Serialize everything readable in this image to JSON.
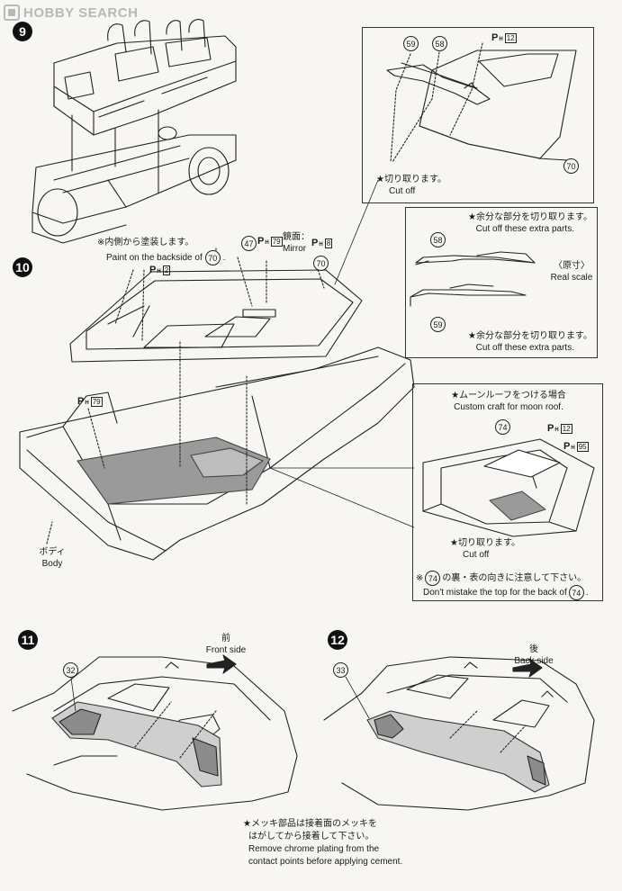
{
  "watermark": {
    "text": "HOBBY SEARCH"
  },
  "steps": {
    "s9": "9",
    "s10": "10",
    "s11": "11",
    "s12": "12"
  },
  "parts": {
    "p58": "58",
    "p59": "59",
    "p70": "70",
    "p47": "47",
    "p74": "74",
    "p32": "32",
    "p33": "33"
  },
  "paint": {
    "ph": "P",
    "sub": "H",
    "c12": "12",
    "c79": "79",
    "c8": "8",
    "c2": "2",
    "c95": "95"
  },
  "step9": {
    "cut_jp": "★切り取ります。",
    "cut_en": "Cut off"
  },
  "step10": {
    "paint_note_jp": "※内側から塗装します。",
    "paint_note_en": "Paint on the backside of",
    "paint_note_end": ".",
    "mirror_jp": "鏡面：",
    "mirror_en": "Mirror",
    "body_jp": "ボディ",
    "body_en": "Body",
    "extra_jp_1": "★余分な部分を切り取ります。",
    "extra_en_1": "Cut off these extra parts.",
    "real_jp": "〈原寸〉",
    "real_en": "Real scale",
    "extra_jp_2": "★余分な部分を切り取ります。",
    "extra_en_2": "Cut off these extra parts.",
    "moon_jp": "★ムーンルーフをつける場合",
    "moon_en": "Custom craft for moon roof.",
    "moon_cut_jp": "★切り取ります。",
    "moon_cut_en": "Cut off",
    "mistake_jp_pre": "※",
    "mistake_jp_post": "の裏・表の向きに注意して下さい。",
    "mistake_en": "Don't mistake the top for the back of"
  },
  "step11": {
    "front_jp": "前",
    "front_en": "Front side"
  },
  "step12": {
    "back_jp": "後",
    "back_en": "Back side"
  },
  "footer": {
    "jp_1": "★メッキ部品は接着面のメッキを",
    "jp_2": "はがしてから接着して下さい。",
    "en_1": "Remove chrome plating from the",
    "en_2": "contact points before applying cement."
  }
}
